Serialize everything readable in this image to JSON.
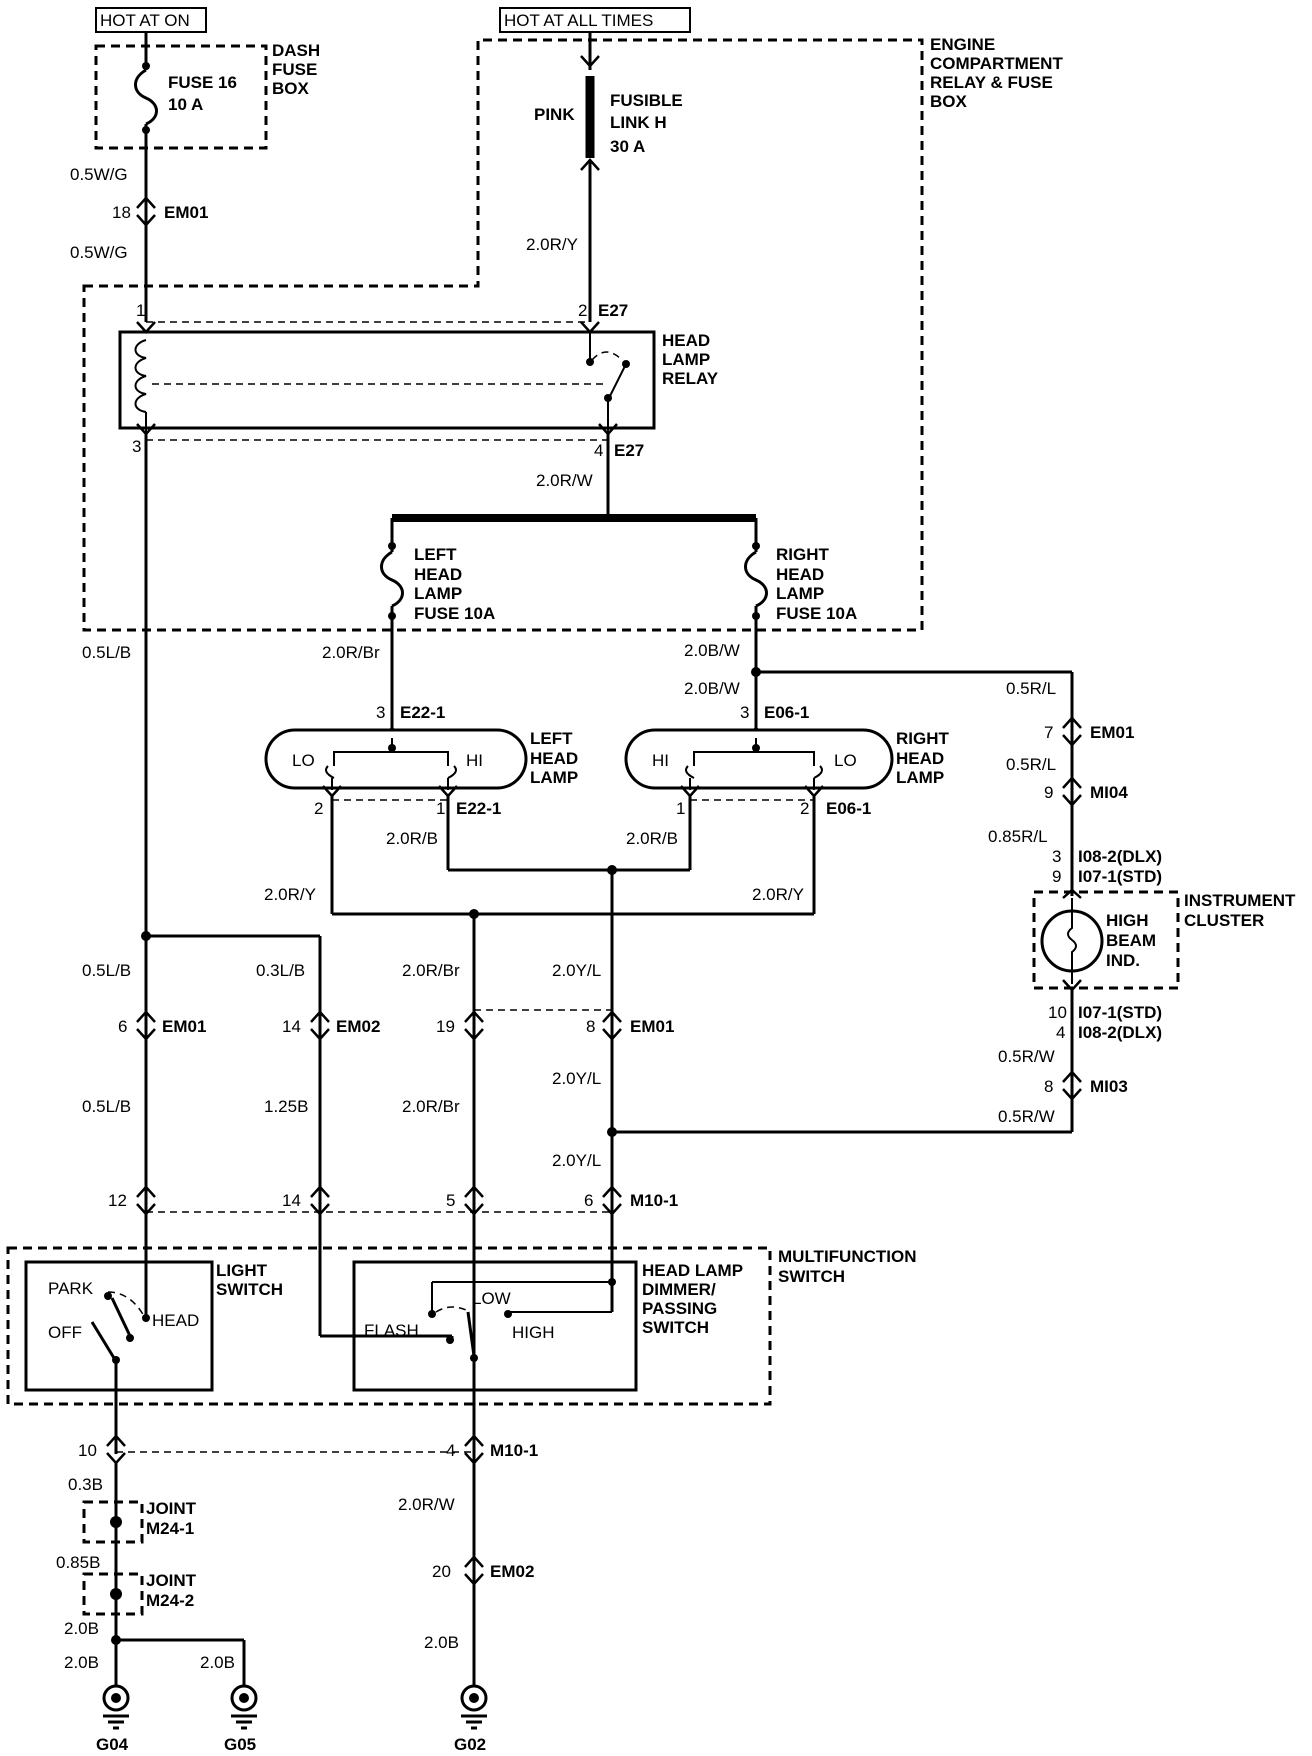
{
  "power": {
    "hot_at_on": "HOT AT ON",
    "hot_at_all_times": "HOT AT ALL TIMES"
  },
  "boxes": {
    "dash_fuse_box": [
      "DASH",
      "FUSE",
      "BOX"
    ],
    "engine_box": [
      "ENGINE",
      "COMPARTMENT",
      "RELAY & FUSE",
      "BOX"
    ],
    "head_lamp_relay": [
      "HEAD",
      "LAMP",
      "RELAY"
    ],
    "instrument_cluster": [
      "INSTRUMENT",
      "CLUSTER"
    ],
    "multifunction_switch": [
      "MULTIFUNCTION",
      "SWITCH"
    ],
    "light_switch": [
      "LIGHT",
      "SWITCH"
    ],
    "dimmer_switch": [
      "HEAD LAMP",
      "DIMMER/",
      "PASSING",
      "SWITCH"
    ]
  },
  "components": {
    "fuse16": [
      "FUSE 16",
      "10 A"
    ],
    "fusible_link": [
      "FUSIBLE",
      "LINK H",
      "30 A"
    ],
    "pink": "PINK",
    "left_fuse": [
      "LEFT",
      "HEAD",
      "LAMP",
      "FUSE 10A"
    ],
    "right_fuse": [
      "RIGHT",
      "HEAD",
      "LAMP",
      "FUSE 10A"
    ],
    "left_head_lamp": [
      "LEFT",
      "HEAD",
      "LAMP"
    ],
    "right_head_lamp": [
      "RIGHT",
      "HEAD",
      "LAMP"
    ],
    "lo": "LO",
    "hi": "HI",
    "high_beam_ind": [
      "HIGH",
      "BEAM",
      "IND."
    ],
    "park": "PARK",
    "off": "OFF",
    "head": "HEAD",
    "low": "LOW",
    "flash": "FLASH",
    "high": "HIGH",
    "joint1": [
      "JOINT",
      "M24-1"
    ],
    "joint2": [
      "JOINT",
      "M24-2"
    ]
  },
  "connectors": {
    "em01": "EM01",
    "em02": "EM02",
    "e27": "E27",
    "e22_1": "E22-1",
    "e06_1": "E06-1",
    "mi04": "MI04",
    "mi03": "MI03",
    "m10_1": "M10-1",
    "i08_2_dlx": "I08-2(DLX)",
    "i07_1_std": "I07-1(STD)"
  },
  "wires": {
    "w05wg": "0.5W/G",
    "w20ry": "2.0R/Y",
    "w20rw": "2.0R/W",
    "w05lb": "0.5L/B",
    "w20rbr": "2.0R/Br",
    "w20bw": "2.0B/W",
    "w05rl": "0.5R/L",
    "w085rl": "0.85R/L",
    "w20rb": "2.0R/B",
    "w03lb": "0.3L/B",
    "w20yl": "2.0Y/L",
    "w05rw": "0.5R/W",
    "w125b": "1.25B",
    "w03b": "0.3B",
    "w085b": "0.85B",
    "w20b": "2.0B"
  },
  "pins": {
    "p1": "1",
    "p2": "2",
    "p3": "3",
    "p4": "4",
    "p5": "5",
    "p6": "6",
    "p7": "7",
    "p8": "8",
    "p9": "9",
    "p10": "10",
    "p12": "12",
    "p14": "14",
    "p18": "18",
    "p19": "19",
    "p20": "20"
  },
  "grounds": {
    "g04": "G04",
    "g05": "G05",
    "g02": "G02"
  }
}
